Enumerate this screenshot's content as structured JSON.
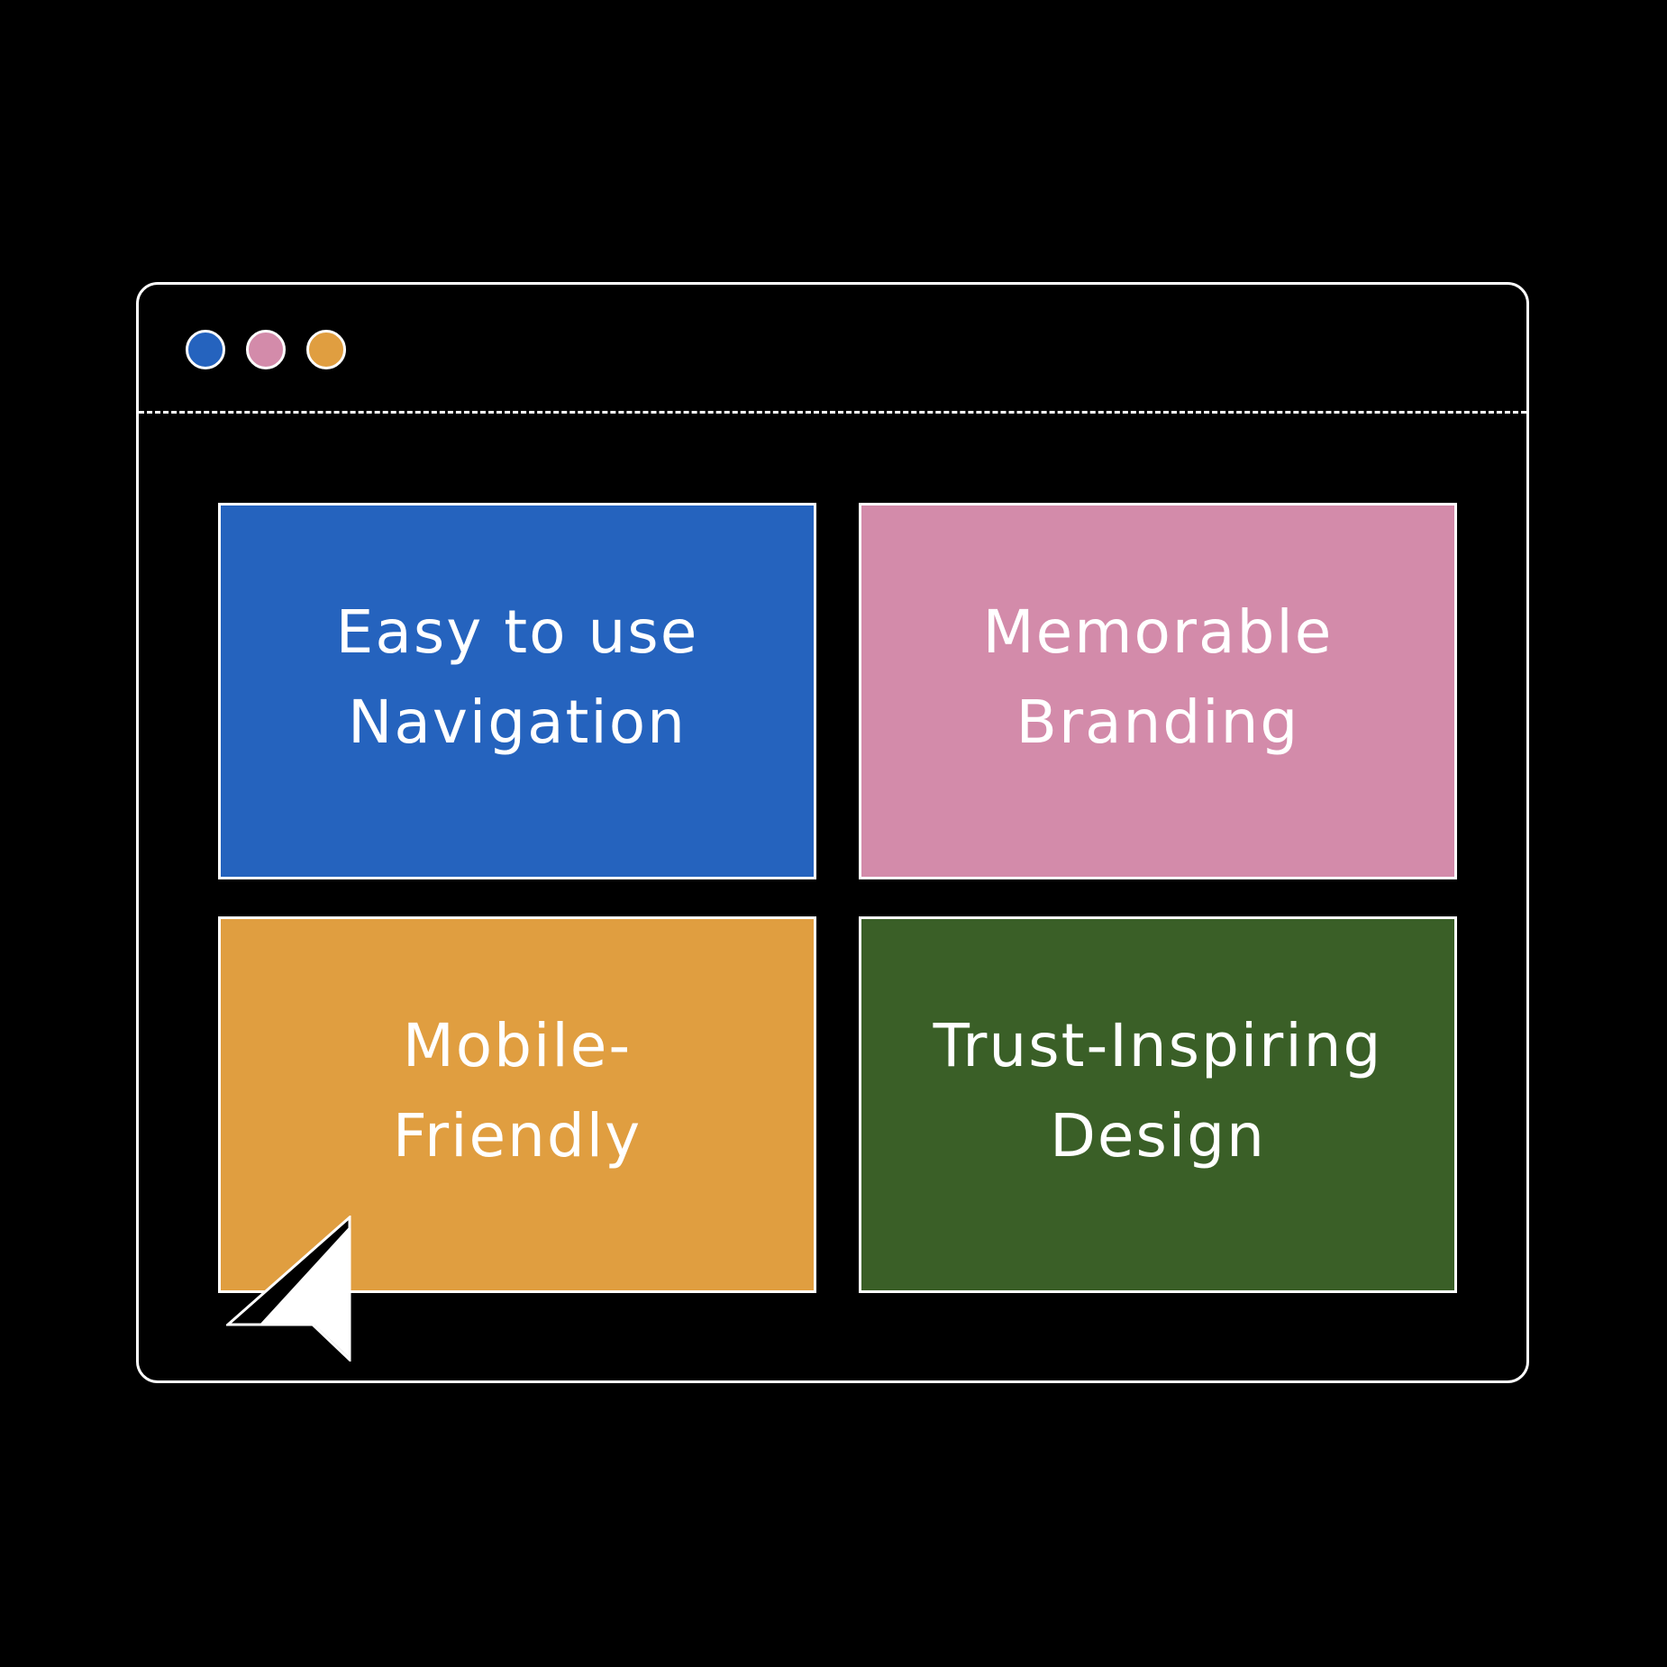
{
  "window": {
    "buttons": [
      {
        "name": "blue",
        "color": "#2563be"
      },
      {
        "name": "pink",
        "color": "#d38baa"
      },
      {
        "name": "orange",
        "color": "#e09e40"
      }
    ]
  },
  "cards": [
    {
      "line1": "Easy to use",
      "line2": "Navigation",
      "color": "#2563be"
    },
    {
      "line1": "Memorable",
      "line2": "Branding",
      "color": "#d38baa"
    },
    {
      "line1": "Mobile-",
      "line2": "Friendly",
      "color": "#e09e40"
    },
    {
      "line1": "Trust-Inspiring",
      "line2": "Design",
      "color": "#3a5f27"
    }
  ],
  "colors": {
    "background": "#000000",
    "outline": "#ffffff"
  },
  "icons": {
    "cursor": "mouse-pointer-icon"
  }
}
